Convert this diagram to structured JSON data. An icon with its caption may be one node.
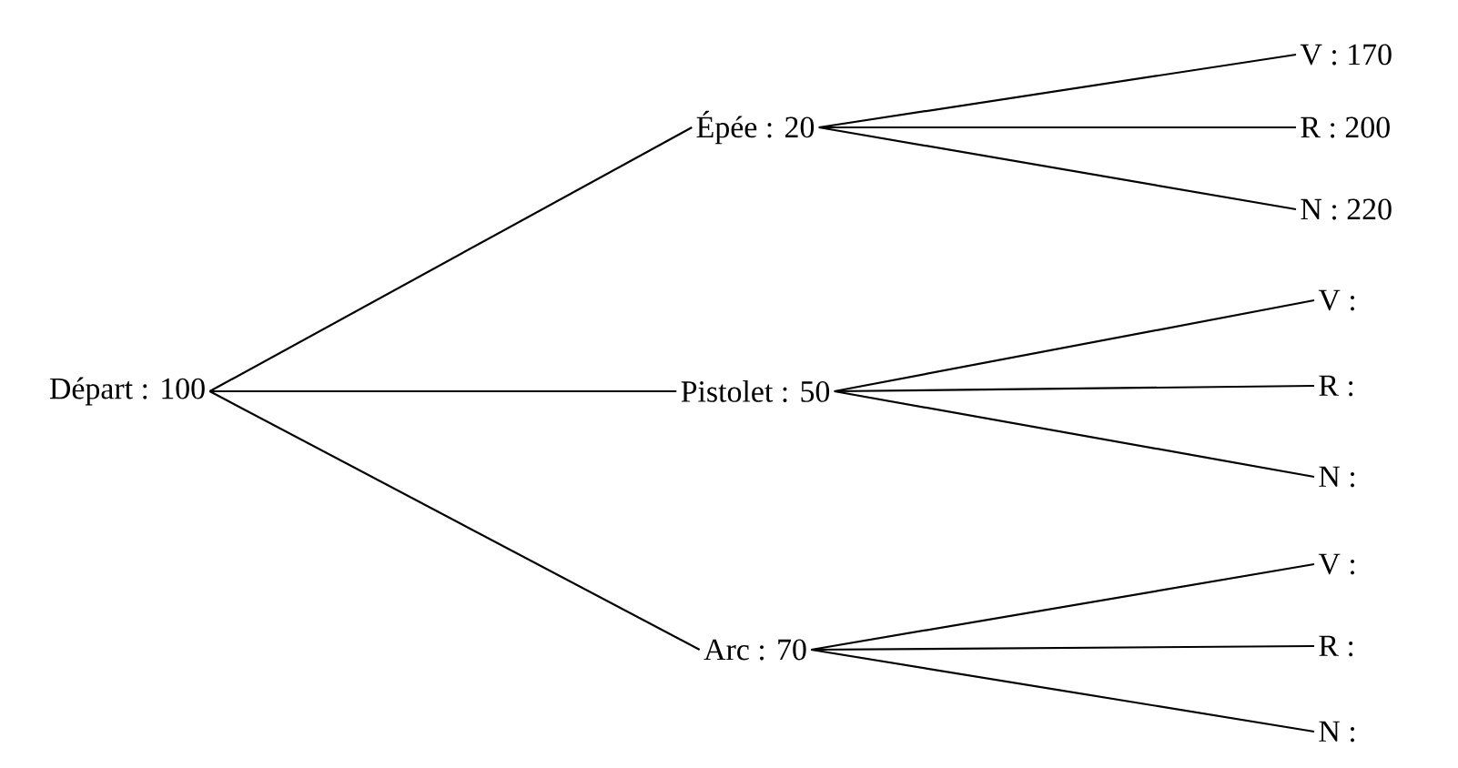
{
  "diagram": {
    "nodes": [
      {
        "text": [
          "Départ : 100"
        ]
      },
      {
        "text": [
          "Épée : 20"
        ]
      },
      {
        "text": [
          "Pistolet : 50"
        ]
      },
      {
        "text": [
          "Arc : 70"
        ]
      },
      {
        "text": [
          "V : 170"
        ]
      },
      {
        "text": [
          "R : 200"
        ]
      },
      {
        "text": [
          "N : 220"
        ]
      },
      {
        "text": [
          "V :"
        ]
      },
      {
        "text": [
          "R :"
        ]
      },
      {
        "text": [
          "N :"
        ]
      },
      {
        "text": [
          "V :"
        ]
      },
      {
        "text": [
          "R :"
        ]
      },
      {
        "text": [
          "N :"
        ]
      }
    ],
    "edges": [
      {
        "from": 0,
        "to": 1,
        "arrow": "none"
      },
      {
        "from": 0,
        "to": 2,
        "arrow": "none"
      },
      {
        "from": 0,
        "to": 3,
        "arrow": "none"
      },
      {
        "from": 1,
        "to": 4,
        "arrow": "none"
      },
      {
        "from": 1,
        "to": 5,
        "arrow": "none"
      },
      {
        "from": 1,
        "to": 6,
        "arrow": "none"
      },
      {
        "from": 2,
        "to": 7,
        "arrow": "none"
      },
      {
        "from": 2,
        "to": 8,
        "arrow": "none"
      },
      {
        "from": 2,
        "to": 9,
        "arrow": "none"
      },
      {
        "from": 3,
        "to": 10,
        "arrow": "none"
      },
      {
        "from": 3,
        "to": 11,
        "arrow": "none"
      },
      {
        "from": 3,
        "to": 12,
        "arrow": "none"
      }
    ]
  }
}
